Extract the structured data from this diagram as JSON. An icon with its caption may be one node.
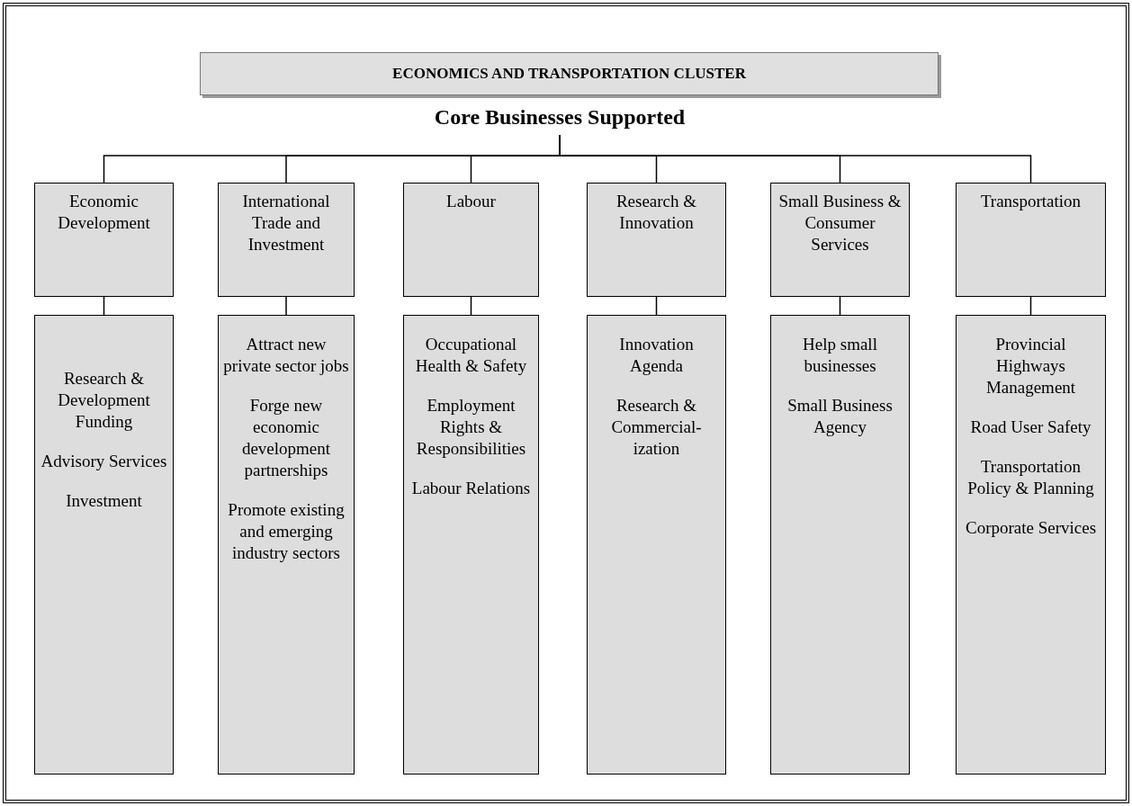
{
  "diagram": {
    "nodes": [
      {
        "text": [
          "ECONOMICS AND TRANSPORTATION CLUSTER"
        ]
      },
      {
        "text": [
          "Core Businesses Supported"
        ]
      },
      {
        "text": [
          "Economic Development"
        ]
      },
      {
        "text": [
          "International Trade and Investment"
        ]
      },
      {
        "text": [
          "Labour"
        ]
      },
      {
        "text": [
          "Research & Innovation"
        ]
      },
      {
        "text": [
          "Small Business & Consumer Services"
        ]
      },
      {
        "text": [
          "Transportation"
        ]
      },
      {
        "text": [
          "Research & Development Funding",
          "Advisory Services",
          "Investment"
        ]
      },
      {
        "text": [
          "Attract new private sector jobs",
          "Forge new economic development partnerships",
          "Promote existing and emerging industry sectors"
        ]
      },
      {
        "text": [
          "Occupational Health & Safety",
          "Employment Rights & Responsibilities",
          "Labour Relations"
        ]
      },
      {
        "text": [
          "Innovation Agenda",
          "Research & Commercial-ization"
        ]
      },
      {
        "text": [
          "Help small businesses",
          "Small Business Agency"
        ]
      },
      {
        "text": [
          "Provincial Highways Management",
          "Road User Safety",
          "Transportation Policy & Planning",
          "Corporate Services"
        ]
      }
    ],
    "edges": [
      {
        "from": 1,
        "to": 2,
        "arrow": "none"
      },
      {
        "from": 1,
        "to": 3,
        "arrow": "none"
      },
      {
        "from": 1,
        "to": 4,
        "arrow": "none"
      },
      {
        "from": 1,
        "to": 5,
        "arrow": "none"
      },
      {
        "from": 1,
        "to": 6,
        "arrow": "none"
      },
      {
        "from": 1,
        "to": 7,
        "arrow": "none"
      },
      {
        "from": 2,
        "to": 8,
        "arrow": "none"
      },
      {
        "from": 3,
        "to": 9,
        "arrow": "none"
      },
      {
        "from": 4,
        "to": 10,
        "arrow": "none"
      },
      {
        "from": 5,
        "to": 11,
        "arrow": "none"
      },
      {
        "from": 6,
        "to": 12,
        "arrow": "none"
      },
      {
        "from": 7,
        "to": 13,
        "arrow": "none"
      }
    ]
  }
}
